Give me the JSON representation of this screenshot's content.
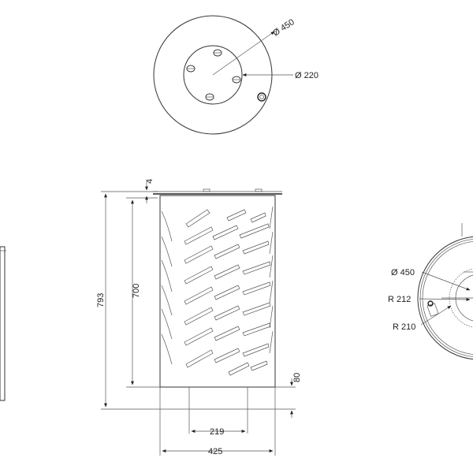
{
  "top_view": {
    "diameter_outer": "Ø 450",
    "diameter_inner": "Ø 220"
  },
  "front_view": {
    "dim_top_thickness": "4",
    "dim_total_height": "793",
    "dim_body_height": "700",
    "dim_base_height": "80",
    "dim_base_width": "219",
    "dim_total_width": "425"
  },
  "section_view": {
    "diameter": "Ø 450",
    "radius_1": "R 212",
    "radius_2": "R 210"
  }
}
